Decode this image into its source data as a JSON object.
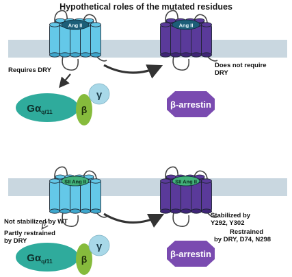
{
  "title": "Hypothetical roles of the mutated residues",
  "colors": {
    "membrane": "#c9d7e0",
    "receptor_cyan": "#64c8e8",
    "receptor_cyan_dark": "#3ea6cc",
    "receptor_purple": "#5a3a9a",
    "receptor_purple_dark": "#3f2577",
    "ligand_ang": "#1c5e78",
    "ligand_sii": "#42b27a",
    "g_alpha": "#2fab9c",
    "g_beta": "#86bb3c",
    "g_gamma": "#a8d8e8",
    "arrestin": "#7a4bb0"
  },
  "top": {
    "ligand_label": "Ang II",
    "ligand_label_right": "Ang II",
    "left_note": "Requires DRY",
    "right_note_line1": "Does not require",
    "right_note_line2": "DRY",
    "g_alpha": "Gα",
    "g_alpha_sub": "q/11",
    "g_beta": "β",
    "g_gamma": "γ",
    "arrestin": "β-arrestin"
  },
  "bottom": {
    "ligand_label": "SII Ang II",
    "ligand_label_right": "SII Ang II",
    "left_note_line1": "Not stabilized by WT",
    "left_note_line2": "Partly restrained",
    "left_note_line3": "by DRY",
    "stab_line1": "Stabilized by",
    "stab_line2": "Y292, Y302",
    "restr_line1": "Restrained",
    "restr_line2": "by DRY, D74, N298",
    "g_alpha": "Gα",
    "g_alpha_sub": "q/11",
    "g_beta": "β",
    "g_gamma": "γ",
    "arrestin": "β-arrestin"
  }
}
